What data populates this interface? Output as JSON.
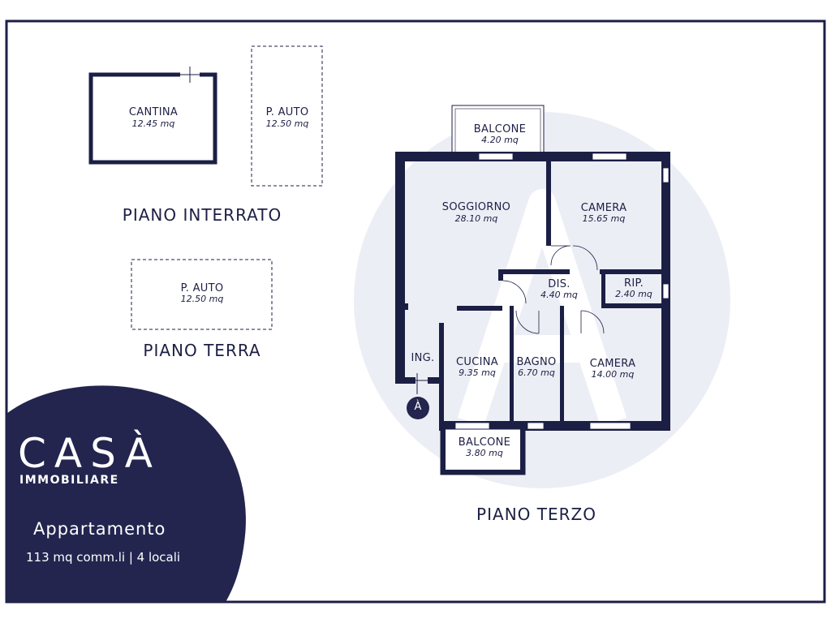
{
  "colors": {
    "wall": "#1c1f44",
    "frame": "#1c1f44",
    "brand_bg": "#23254f",
    "watermark": "#e9eaf3",
    "text": "#1c1f44"
  },
  "sections": {
    "interrato": "PIANO INTERRATO",
    "terra": "PIANO TERRA",
    "terzo": "PIANO TERZO"
  },
  "rooms": {
    "cantina": {
      "name": "CANTINA",
      "area": "12.45 mq"
    },
    "p_auto_interrato": {
      "name": "P. AUTO",
      "area": "12.50 mq"
    },
    "p_auto_terra": {
      "name": "P. AUTO",
      "area": "12.50 mq"
    },
    "balcone_nord": {
      "name": "BALCONE",
      "area": "4.20 mq"
    },
    "soggiorno": {
      "name": "SOGGIORNO",
      "area": "28.10 mq"
    },
    "camera_1": {
      "name": "CAMERA",
      "area": "15.65 mq"
    },
    "dis": {
      "name": "DIS.",
      "area": "4.40 mq"
    },
    "rip": {
      "name": "RIP.",
      "area": "2.40 mq"
    },
    "ing": {
      "name": "ING."
    },
    "cucina": {
      "name": "CUCINA",
      "area": "9.35 mq"
    },
    "bagno": {
      "name": "BAGNO",
      "area": "6.70 mq"
    },
    "camera_2": {
      "name": "CAMERA",
      "area": "14.00 mq"
    },
    "balcone_sud": {
      "name": "BALCONE",
      "area": "3.80 mq"
    }
  },
  "entrance_marker": "À",
  "brand": {
    "logo_text": "CASÀ",
    "logo_subtitle": "IMMOBILIARE",
    "property_type": "Appartamento",
    "property_details": "113 mq comm.li | 4 locali"
  }
}
